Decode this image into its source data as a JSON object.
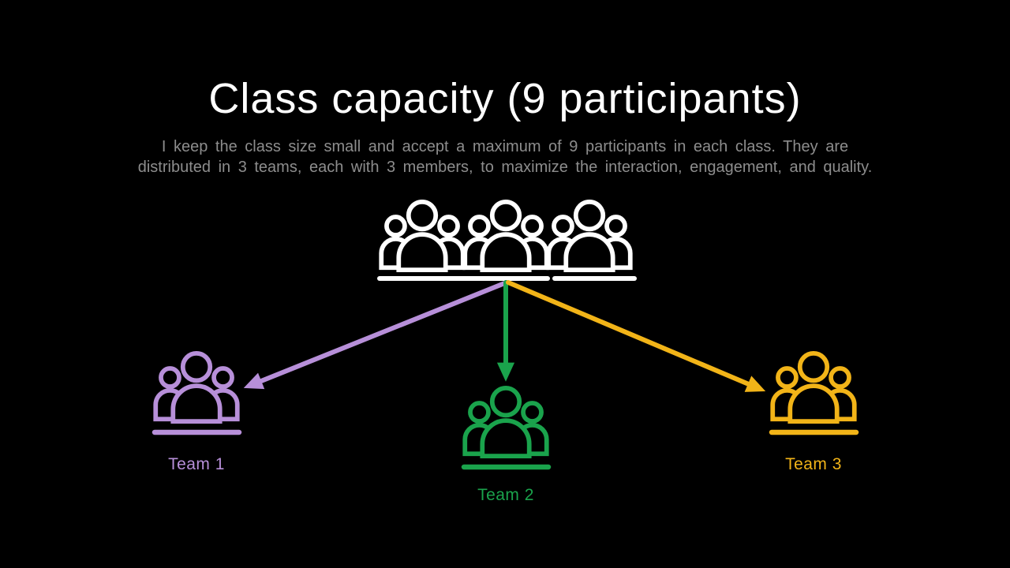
{
  "slide": {
    "title": "Class capacity (9 participants)",
    "subtitle_lines": [
      "I keep the class size small and accept a maximum of 9 participants in each class. They are",
      "distributed in 3 teams, each with 3 members, to maximize the interaction, engagement, and quality."
    ],
    "class_group": {
      "icon": "people-group-icon",
      "color": "#ffffff"
    },
    "teams": [
      {
        "label": "Team 1",
        "color": "#b78fd9",
        "icon": "people-group-icon"
      },
      {
        "label": "Team 2",
        "color": "#1aa34c",
        "icon": "people-group-icon"
      },
      {
        "label": "Team 3",
        "color": "#f2b418",
        "icon": "people-group-icon"
      }
    ],
    "colors": {
      "background": "#000000",
      "title_text": "#ffffff",
      "subtitle_text": "#8d8d8d"
    }
  }
}
